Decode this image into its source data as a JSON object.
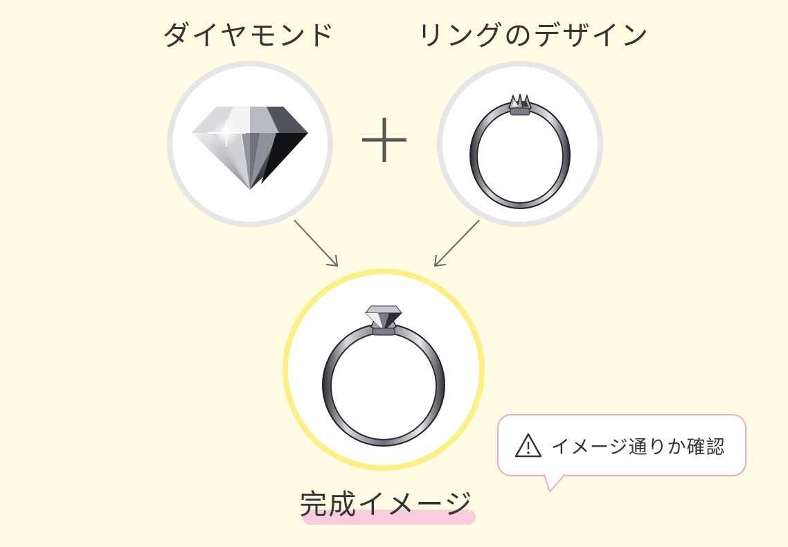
{
  "labels": {
    "diamond": "ダイヤモンド",
    "ring_design": "リングのデザイン",
    "result": "完成イメージ"
  },
  "operator": "+",
  "note": {
    "text": "イメージ通りか確認",
    "icon": "warning-triangle-icon"
  },
  "colors": {
    "background": "#FFFCE3",
    "source_circle_border": "#E6E6E6",
    "result_circle_border": "#FCF085",
    "caption_highlight": "#F8CCDB",
    "bubble_border": "#F0A9C2",
    "arrow": "#666666"
  }
}
